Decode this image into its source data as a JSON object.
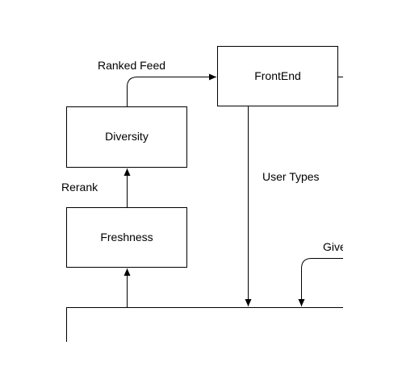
{
  "diagram": {
    "nodes": {
      "frontend": {
        "label": "FrontEnd"
      },
      "diversity": {
        "label": "Diversity"
      },
      "freshness": {
        "label": "Freshness"
      }
    },
    "edges": {
      "ranked_feed": {
        "label": "Ranked Feed"
      },
      "user_types": {
        "label": "User Types"
      },
      "rerank": {
        "label": "Rerank"
      },
      "give": {
        "label": "Give"
      }
    },
    "colors": {
      "stroke": "#000000",
      "background": "#ffffff"
    }
  }
}
